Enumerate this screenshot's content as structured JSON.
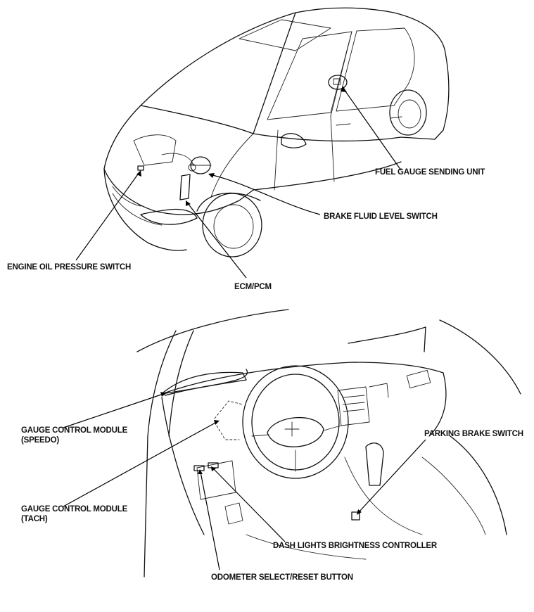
{
  "labels": {
    "fuel_gauge_sending_unit": "FUEL GAUGE SENDING UNIT",
    "brake_fluid_level_switch": "BRAKE FLUID LEVEL SWITCH",
    "engine_oil_pressure_switch": "ENGINE OIL PRESSURE SWITCH",
    "ecm_pcm": "ECM/PCM",
    "gauge_control_module_speedo_line1": "GAUGE CONTROL MODULE",
    "gauge_control_module_speedo_line2": "(SPEEDO)",
    "gauge_control_module_tach_line1": "GAUGE CONTROL MODULE",
    "gauge_control_module_tach_line2": "(TACH)",
    "parking_brake_switch": "PARKING BRAKE SWITCH",
    "dash_lights_brightness_controller": "DASH LIGHTS BRIGHTNESS CONTROLLER",
    "odometer_select_reset_button": "ODOMETER SELECT/RESET BUTTON"
  }
}
